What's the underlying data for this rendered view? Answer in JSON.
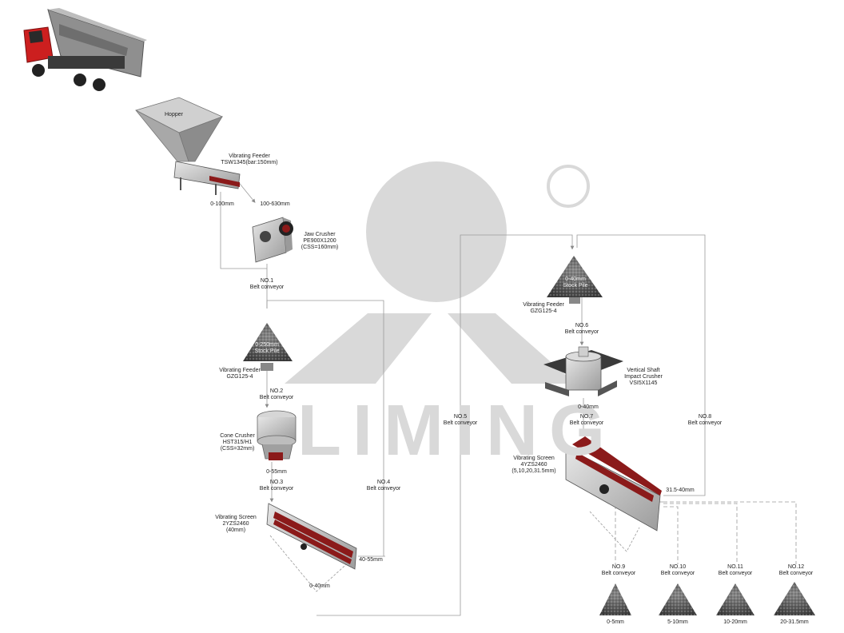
{
  "watermark": {
    "brand": "LIMING",
    "registered_mark": "®"
  },
  "equipment": {
    "hopper": "Hopper",
    "vibrating_feeder_main": [
      "Vibrating Feeder",
      "TSW1345(bar:150mm)"
    ],
    "jaw_crusher": [
      "Jaw Crusher",
      "PE900X1200",
      "(CSS=160mm)"
    ],
    "stock_pile_1": [
      "0-250mm",
      "Stock Pile"
    ],
    "vibrating_feeder_1": [
      "Vibrating Feeder",
      "GZG125-4"
    ],
    "cone_crusher": [
      "Cone Crusher",
      "HST315/H1",
      "(CSS=32mm)"
    ],
    "vibrating_screen_1": [
      "Vibrating Screen",
      "2YZS2460",
      "(40mm)"
    ],
    "stock_pile_2": [
      "0-40mm",
      "Stock Pile"
    ],
    "vibrating_feeder_2": [
      "Vibrating Feeder",
      "GZG125-4"
    ],
    "vsi_crusher": [
      "Vertical Shaft",
      "Impact Crusher",
      "VSI5X1145"
    ],
    "vibrating_screen_2": [
      "Vibrating Screen",
      "4YZS2460",
      "(5,10,20,31.5mm)"
    ]
  },
  "sizes": {
    "s_0_100": "0-100mm",
    "s_100_630": "100-630mm",
    "s_0_55": "0-55mm",
    "s_40_55": "40-55mm",
    "s_0_40_a": "0-40mm",
    "s_0_40_b": "0-40mm",
    "s_31_5_40": "31.5-40mm"
  },
  "conveyors": {
    "no1": [
      "NO.1",
      "Belt conveyor"
    ],
    "no2": [
      "NO.2",
      "Belt conveyor"
    ],
    "no3": [
      "NO.3",
      "Belt conveyor"
    ],
    "no4": [
      "NO.4",
      "Belt conveyor"
    ],
    "no5": [
      "NO.5",
      "Belt conveyor"
    ],
    "no6": [
      "NO.6",
      "Belt conveyor"
    ],
    "no7": [
      "NO.7",
      "Belt conveyor"
    ],
    "no8": [
      "NO.8",
      "Belt conveyor"
    ],
    "no9": [
      "NO.9",
      "Belt conveyor"
    ],
    "no10": [
      "NO.10",
      "Belt conveyor"
    ],
    "no11": [
      "NO.11",
      "Belt conveyor"
    ],
    "no12": [
      "NO.12",
      "Belt conveyor"
    ]
  },
  "products": {
    "p1": "0-5mm",
    "p2": "5-10mm",
    "p3": "10-20mm",
    "p4": "20-31.5mm"
  },
  "colors": {
    "watermark": "#d9d9d9",
    "flow_line": "#9a9a9a",
    "machine_body": "#c8c8c8",
    "machine_dark": "#6e6e6e",
    "belt_red": "#8b1a1a",
    "truck_red": "#cc1f1f",
    "aggregate": "#555555"
  }
}
